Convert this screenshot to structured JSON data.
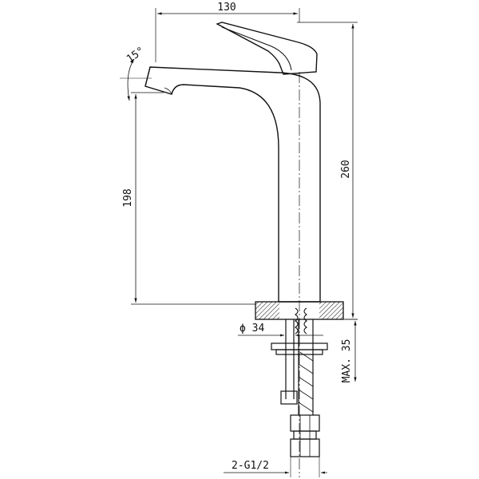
{
  "drawing": {
    "dimensions": {
      "width": "130",
      "height_total": "260",
      "height_spout": "198",
      "angle": "15°",
      "base_diameter": "ϕ 34",
      "max_thickness": "MAX. 35",
      "connection": "2-G1/2"
    },
    "colors": {
      "line": "#111111",
      "background": "#ffffff"
    }
  }
}
